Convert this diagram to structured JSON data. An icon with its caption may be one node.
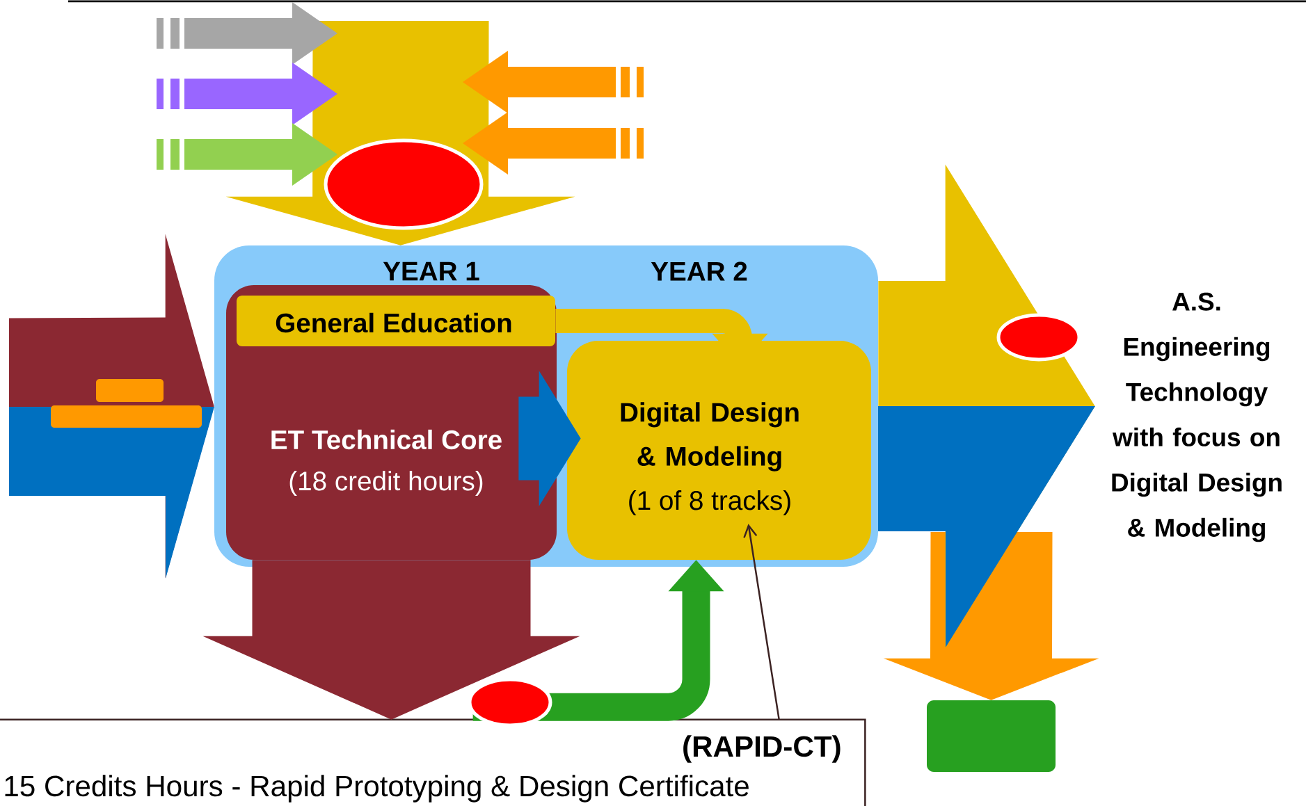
{
  "diagram": {
    "nodes": [
      {
        "text": [
          "YEAR 1",
          "YEAR 2"
        ]
      },
      {
        "text": [
          "General Education"
        ],
        "in": 2
      },
      {
        "text": [
          "ET Technical Core",
          "(18 credit hours)"
        ],
        "in": 0
      },
      {
        "text": [
          "Digital Design & Modeling",
          "(1 of 8 tracks)"
        ],
        "in": 0
      },
      {
        "text": [
          "A.S. Engineering Technology with focus on Digital Design & Modeling"
        ]
      },
      {
        "text": [
          "(RAPID-CT)",
          "15 Credits Hours - Rapid Prototyping & Design Certificate"
        ]
      },
      {
        "text": [],
        "shape": "box"
      }
    ],
    "edges": [
      {
        "from": null,
        "to": 0,
        "arrow": "to",
        "color": "#8b2832"
      },
      {
        "from": null,
        "to": 0,
        "arrow": "to",
        "color": "#e8c100"
      },
      {
        "from": 1,
        "to": 3,
        "arrow": "to",
        "color": "#e8c100"
      },
      {
        "from": 2,
        "to": 3,
        "arrow": "to",
        "color": "#0070c0"
      },
      {
        "from": null,
        "to": 6,
        "arrow": "to",
        "color": "#ff9900"
      },
      {
        "from": 0,
        "to": 4,
        "arrow": "to",
        "style": "thick",
        "color": "#e8c100"
      },
      {
        "from": 2,
        "to": 5,
        "arrow": "to",
        "style": "thick",
        "color": "#8b2832"
      },
      {
        "from": 5,
        "to": 3,
        "arrow": "to",
        "color": "#27a020"
      },
      {
        "from": 5,
        "to": 3,
        "arrow": "to",
        "color": "#3b2222"
      }
    ]
  }
}
